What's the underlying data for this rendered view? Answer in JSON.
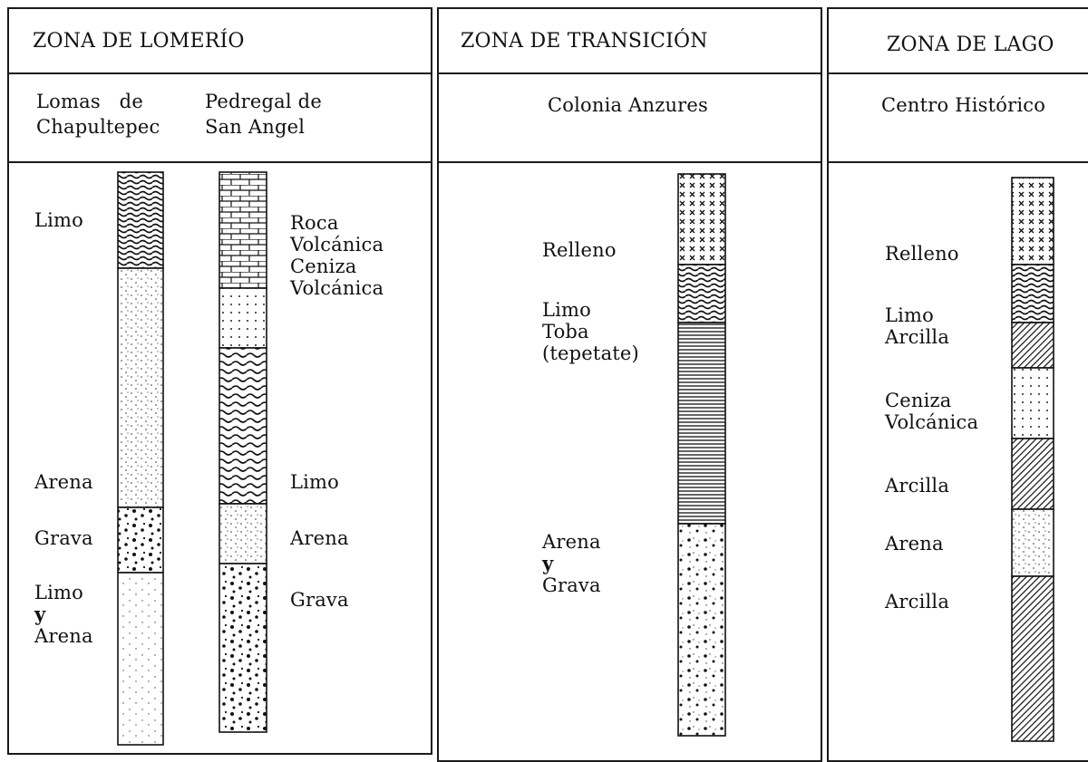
{
  "zones": [
    {
      "title": "ZONA DE LOMERÍO",
      "site_a": {
        "name_line1": "Lomas de",
        "name_line2": "Chapultepec"
      },
      "site_b": {
        "name_line1": "Pedregal de",
        "name_line2": "San Angel"
      },
      "col_a_labels": [
        "Limo",
        "Arena",
        "Grava",
        "Limo",
        "y",
        "Arena"
      ],
      "col_b_labels": [
        "Roca",
        "Volcánica",
        "Ceniza",
        "Volcánica",
        "Limo",
        "Arena",
        "Grava"
      ]
    },
    {
      "title": "ZONA DE TRANSICIÓN",
      "site": "Colonia Anzures",
      "labels": [
        "Relleno",
        "Limo",
        "Toba",
        "(tepetate)",
        "Arena",
        "y",
        "Grava"
      ]
    },
    {
      "title": "ZONA DE LAGO",
      "site": "Centro Histórico",
      "labels": [
        "Relleno",
        "Limo",
        "Arcilla",
        "Ceniza",
        "Volcánica",
        "Arcilla",
        "Arena",
        "Arcilla"
      ]
    }
  ],
  "columns": [
    {
      "site": "Lomas de Chapultepec",
      "layers": [
        {
          "material": "Limo",
          "pattern": "wavy-dense"
        },
        {
          "material": "Arena",
          "pattern": "sand"
        },
        {
          "material": "Grava",
          "pattern": "gravel"
        },
        {
          "material": "Limo y Arena",
          "pattern": "sand-sparse"
        }
      ]
    },
    {
      "site": "Pedregal de San Angel",
      "layers": [
        {
          "material": "Roca Volcánica",
          "pattern": "brick"
        },
        {
          "material": "Ceniza Volcánica",
          "pattern": "sand-grid"
        },
        {
          "material": "Limo",
          "pattern": "wavy"
        },
        {
          "material": "Arena",
          "pattern": "sand"
        },
        {
          "material": "Grava",
          "pattern": "gravel"
        }
      ]
    },
    {
      "site": "Colonia Anzures",
      "layers": [
        {
          "material": "Relleno",
          "pattern": "cross"
        },
        {
          "material": "Limo",
          "pattern": "wavy-dense"
        },
        {
          "material": "Toba (tepetate)",
          "pattern": "horizontal-lines"
        },
        {
          "material": "Arena y Grava",
          "pattern": "gravel-sand"
        }
      ]
    },
    {
      "site": "Centro Histórico",
      "layers": [
        {
          "material": "Relleno",
          "pattern": "cross"
        },
        {
          "material": "Limo",
          "pattern": "wavy-dense"
        },
        {
          "material": "Arcilla",
          "pattern": "diagonal"
        },
        {
          "material": "Ceniza Volcánica",
          "pattern": "sand-grid"
        },
        {
          "material": "Arcilla",
          "pattern": "diagonal"
        },
        {
          "material": "Arena",
          "pattern": "sand"
        },
        {
          "material": "Arcilla",
          "pattern": "diagonal"
        }
      ]
    }
  ]
}
